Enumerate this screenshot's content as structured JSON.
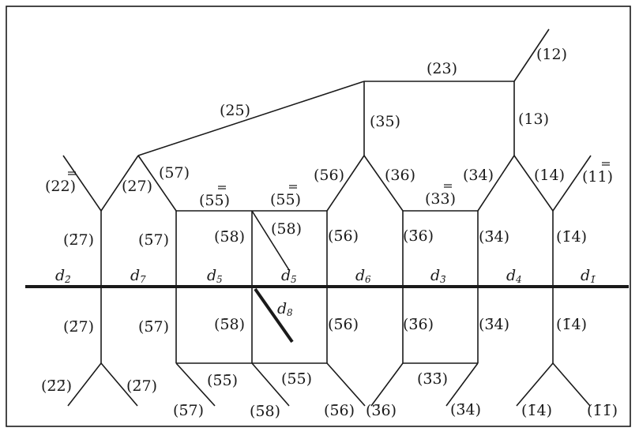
{
  "labels": {
    "e23": "(23)",
    "e12": "(12)",
    "e25": "(25)",
    "e35": "(35)",
    "e13": "(13)",
    "e2bb2": "(2",
    "e27": "(27)",
    "e57": "(57)",
    "e56": "(56)",
    "e36": "(36)",
    "e34": "(34)",
    "e14": "(14)",
    "e1bb1": "(1",
    "e55a": "(5",
    "e55b": "(5",
    "e33": "(3",
    "e58": "(58)",
    "u27": "(",
    "u57": "(",
    "u58": "(",
    "u56": "(",
    "u36": "(",
    "u34": "(",
    "u14": "(",
    "l27": "(",
    "l57": "(",
    "l58": "(",
    "l56": "(",
    "l36": "(",
    "l34": "(",
    "l14": "(",
    "b22": "(",
    "b27": "(",
    "b55a": "(",
    "b55b": "(",
    "b33": "(",
    "b57": "(",
    "b58": "(",
    "b56": "(",
    "b36": "(",
    "b34": "(",
    "b14": "(",
    "b11": "("
  },
  "d_labels": {
    "d2": "d",
    "d7": "d",
    "d5a": "d",
    "d5b": "d",
    "d6": "d",
    "d3": "d",
    "d4": "d",
    "d1": "d",
    "d8": "d"
  }
}
